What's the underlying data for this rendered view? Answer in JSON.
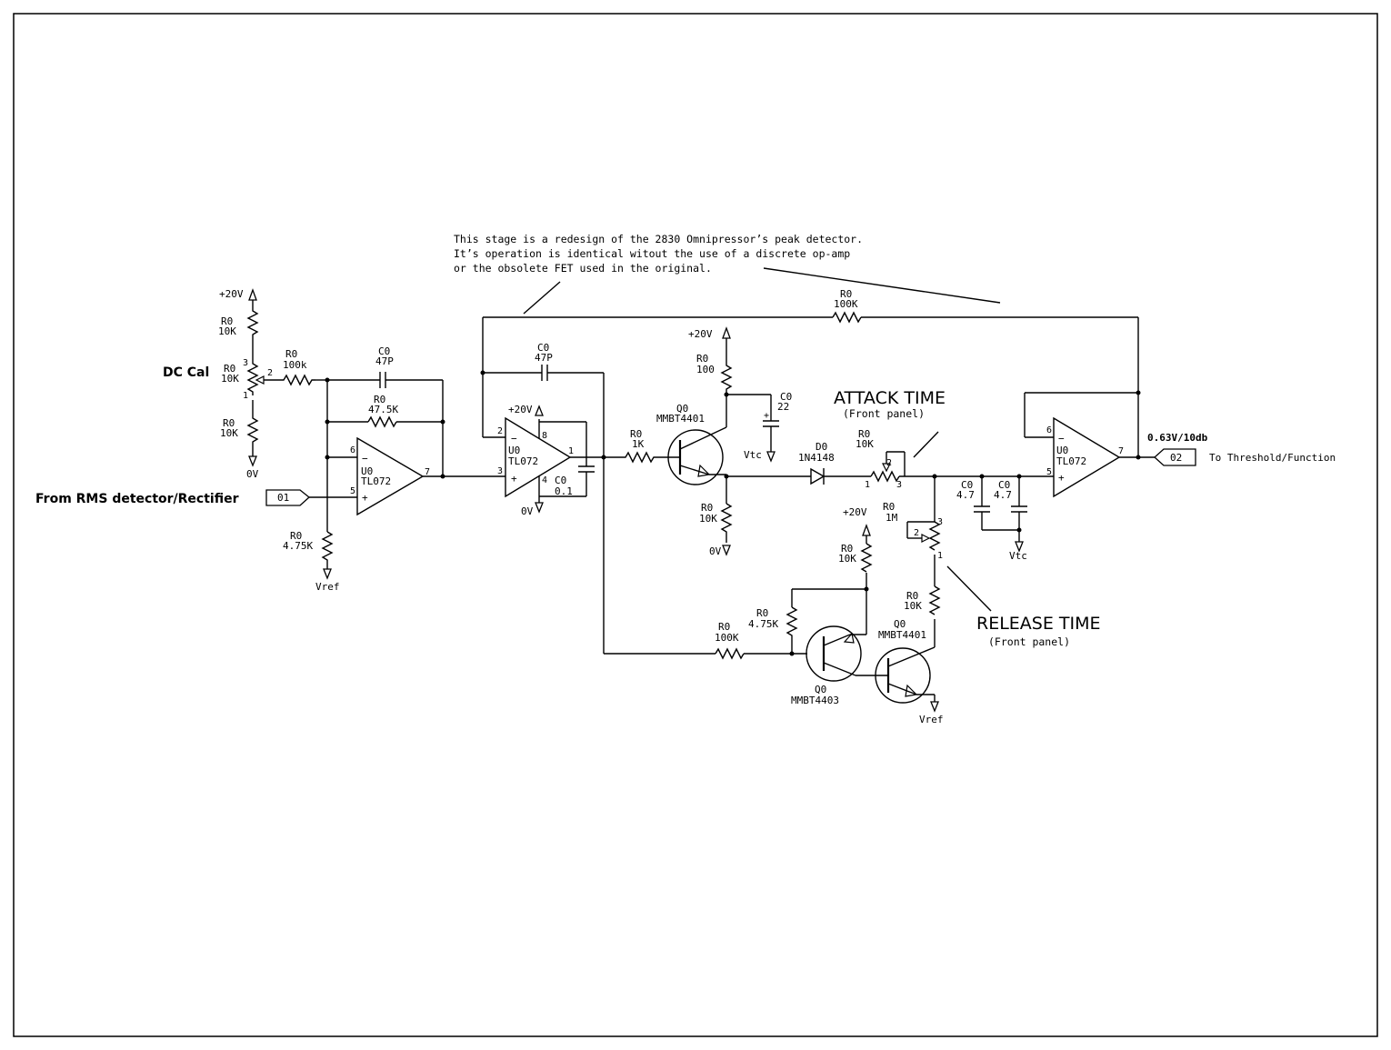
{
  "note": {
    "line1": "This stage is a redesign of the 2830 Omnipressor’s peak detector.",
    "line2": "It’s operation is identical witout the use of a discrete op-amp",
    "line3": "or the obsolete FET used in the original."
  },
  "ports": {
    "in_label": "From RMS detector/Rectifier",
    "in_tag": "01",
    "out_label": "To Threshold/Function",
    "out_tag": "02",
    "out_level": "0.63V/10db"
  },
  "dccal": {
    "title": "DC Cal",
    "supply": "+20V",
    "gnd": "0V",
    "r_top_ref": "R0",
    "r_top_val": "10K",
    "pot_ref": "R0",
    "pot_val": "10K",
    "r_bot_ref": "R0",
    "r_bot_val": "10K",
    "pin3": "3",
    "pin2": "2",
    "pin1": "1",
    "r_series_ref": "R0",
    "r_series_val": "100k"
  },
  "stage1": {
    "u_ref": "U0",
    "u_val": "TL072",
    "pin_minus": "6",
    "pin_plus": "5",
    "pin_out": "7",
    "minus": "−",
    "plus": "+",
    "c_ref": "C0",
    "c_val": "47P",
    "rf_ref": "R0",
    "rf_val": "47.5K",
    "rg_ref": "R0",
    "rg_val": "4.75K",
    "vref": "Vref"
  },
  "stage2": {
    "u_ref": "U0",
    "u_val": "TL072",
    "pin_minus": "2",
    "pin_plus": "3",
    "pin_out": "1",
    "pin_vcc": "8",
    "pin_gnd": "4",
    "minus": "−",
    "plus": "+",
    "supply": "+20V",
    "gnd": "0V",
    "cf_ref": "C0",
    "cf_val": "47P",
    "cd_ref": "C0",
    "cd_val": "0.1",
    "fb_ref": "R0",
    "fb_val": "100K"
  },
  "q1": {
    "r_base_ref": "R0",
    "r_base_val": "1K",
    "q_ref": "Q0",
    "q_val": "MMBT4401",
    "supply": "+20V",
    "rc_ref": "R0",
    "rc_val": "100",
    "cc_ref": "C0",
    "cc_val": "22",
    "cc_plus": "+",
    "vtc": "Vtc",
    "re_ref": "R0",
    "re_val": "10K",
    "gnd": "0V"
  },
  "attack": {
    "title": "ATTACK TIME",
    "sub": "(Front panel)",
    "d_ref": "D0",
    "d_val": "1N4148",
    "pot_ref": "R0",
    "pot_val": "10K",
    "pin1": "1",
    "pin2": "2",
    "pin3": "3"
  },
  "release": {
    "title": "RELEASE TIME",
    "sub": "(Front panel)",
    "pot_ref": "R0",
    "pot_val": "1M",
    "pin1": "1",
    "pin2": "2",
    "pin3": "3",
    "r_ref": "R0",
    "r_val": "10K",
    "q_ref": "Q0",
    "q_val": "MMBT4401",
    "vref": "Vref"
  },
  "q2": {
    "supply": "+20V",
    "r_top_ref": "R0",
    "r_top_val": "10K",
    "r_b_ref": "R0",
    "r_b_val": "4.75K",
    "r_in_ref": "R0",
    "r_in_val": "100K",
    "q_ref": "Q0",
    "q_val": "MMBT4403"
  },
  "stage3": {
    "u_ref": "U0",
    "u_val": "TL072",
    "pin_minus": "6",
    "pin_plus": "5",
    "pin_out": "7",
    "minus": "−",
    "plus": "+",
    "c1_ref": "C0",
    "c1_val": "4.7",
    "c2_ref": "C0",
    "c2_val": "4.7",
    "vtc": "Vtc"
  }
}
